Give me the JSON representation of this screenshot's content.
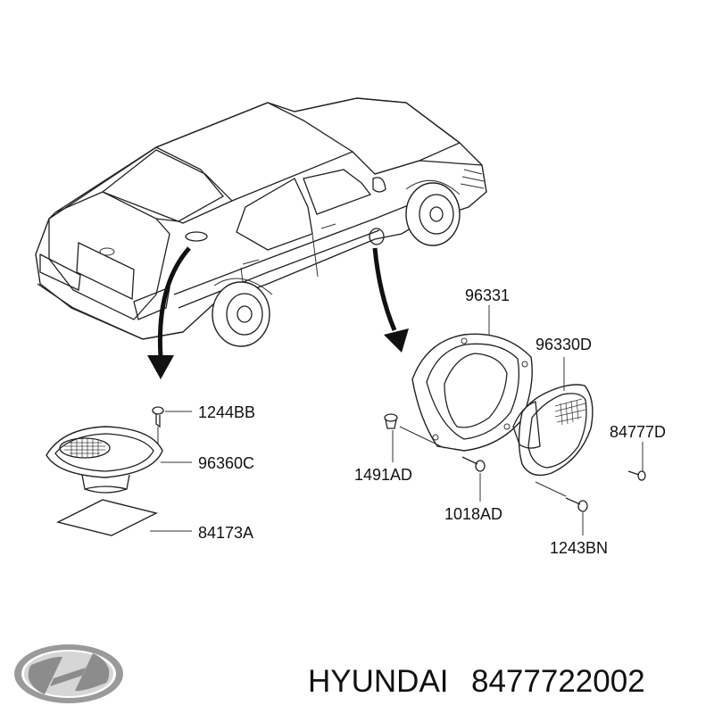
{
  "part_labels": {
    "bracket": "96331",
    "front_speaker": "96330D",
    "screw_front": "84777D",
    "rear_screw": "1244BB",
    "rear_speaker": "96360C",
    "pad": "84173A",
    "clip": "1491AD",
    "bracket_screw": "1018AD",
    "speaker_screw": "1243BN"
  },
  "footer": {
    "brand": "HYUNDAI",
    "part_number": "8477722002"
  },
  "colors": {
    "line": "#222222",
    "logo_gray": "#8c8c8c"
  }
}
